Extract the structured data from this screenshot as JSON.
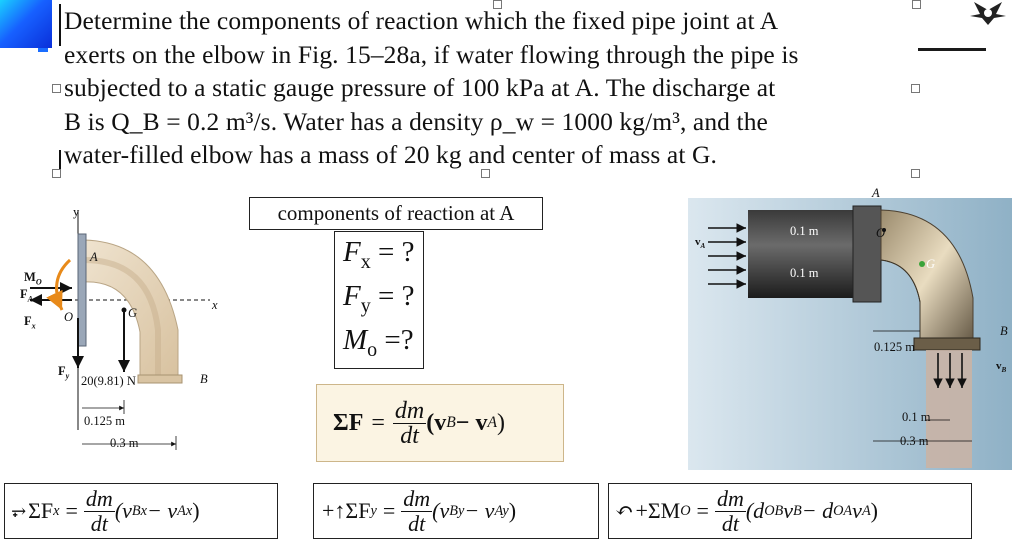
{
  "problem": {
    "lines": [
      "Determine the components of reaction which the fixed pipe joint at A",
      "exerts on the elbow in Fig. 15–28a, if water flowing through the pipe is",
      "subjected to a static gauge pressure of 100 kPa at A. The discharge at",
      "B is Q_B = 0.2 m³/s. Water has a density ρ_w = 1000 kg/m³, and the",
      "water-filled elbow has a mass of 20 kg and center of mass at G."
    ]
  },
  "components_box": {
    "title": "components of reaction at A"
  },
  "unknowns": {
    "fx": {
      "sym": "F",
      "sub": "x",
      "rest": " = ?"
    },
    "fy": {
      "sym": "F",
      "sub": "y",
      "rest": " = ?"
    },
    "mo": {
      "sym": "M",
      "sub": "o",
      "rest": " =?"
    }
  },
  "momentum_eq": {
    "lhs": "ΣF",
    "eq": "=",
    "num": "dm",
    "den": "dt",
    "rhs_a": "(v",
    "rhs_a_sub": "B",
    "minus": " − v",
    "rhs_b_sub": "A",
    "close": ")"
  },
  "eq_fx": {
    "lhs": "ΣF",
    "lhs_sub": "x",
    "num": "dm",
    "den": "dt",
    "rhs": "(v",
    "s1": "Bx",
    "mid": " − v",
    "s2": "Ax",
    "close": ")"
  },
  "eq_fy": {
    "lhs": "+↑ΣF",
    "lhs_sub": "y",
    "num": "dm",
    "den": "dt",
    "rhs": "(v",
    "s1": "By",
    "mid": " − v",
    "s2": "Ay",
    "close": ")"
  },
  "eq_mo": {
    "lhs": "+ΣM",
    "lhs_sub": "O",
    "num": "dm",
    "den": "dt",
    "rhs": "(d",
    "s1": "OB",
    "m1": "v",
    "s1b": "B",
    "mid": " − d",
    "s2": "OA",
    "m2": "v",
    "s2b": "A",
    "close": ")"
  },
  "fbd": {
    "y": "y",
    "x": "x",
    "A": "A",
    "O": "O",
    "G": "G",
    "B": "B",
    "Mo": "M",
    "Mo_sub": "O",
    "FA": "F",
    "FA_sub": "A",
    "Fx": "F",
    "Fx_sub": "x",
    "Fy": "F",
    "Fy_sub": "y",
    "weight": "20(9.81) N",
    "d1": "0.125 m",
    "d2": "0.3 m"
  },
  "photo": {
    "A": "A",
    "O": "O",
    "G": "G",
    "B": "B",
    "vA": "v",
    "vA_sub": "A",
    "vB": "v",
    "vB_sub": "B",
    "r1": "0.1 m",
    "r2": "0.1 m",
    "d1": "0.125 m",
    "d2": "0.1 m",
    "d3": "0.3 m"
  },
  "colors": {
    "accent_blue": "#1760ff",
    "sum_box_bg": "#fbf4e3",
    "arrow_orange": "#e88a1a"
  }
}
